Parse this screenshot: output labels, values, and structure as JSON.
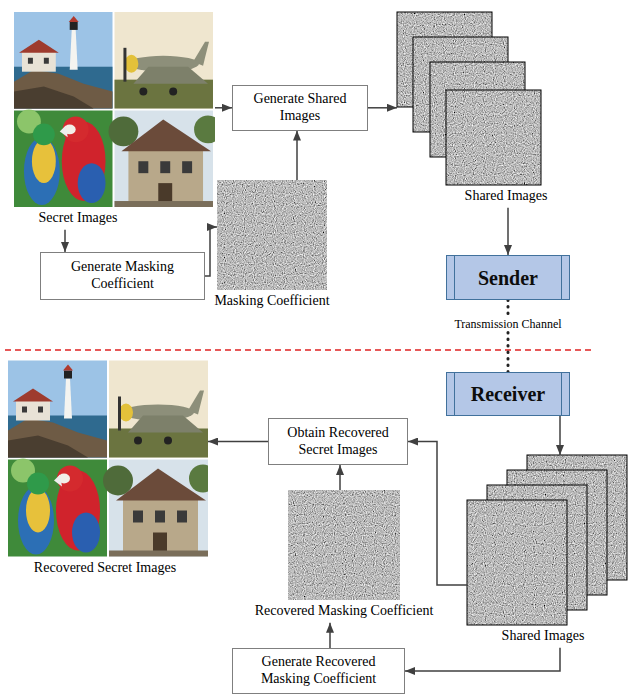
{
  "diagram": {
    "nodes": [
      {
        "text": [
          "Secret Images"
        ]
      },
      {
        "text": [
          "Generate Shared Images"
        ]
      },
      {
        "text": [
          "Shared Images"
        ]
      },
      {
        "text": [
          "Generate Masking Coefficient"
        ]
      },
      {
        "text": [
          "Masking Coefficient"
        ]
      },
      {
        "text": [
          "Sender"
        ]
      },
      {
        "text": [
          "Receiver"
        ]
      },
      {
        "text": [
          "Recovered Secret Images"
        ]
      },
      {
        "text": [
          "Obtain Recovered Secret Images"
        ]
      },
      {
        "text": [
          "Shared Images"
        ]
      },
      {
        "text": [
          "Recovered Masking Coefficient"
        ]
      },
      {
        "text": [
          "Generate Recovered Masking Coefficient"
        ]
      }
    ],
    "edges": [
      {
        "from": 0,
        "to": 1,
        "arrow": "to"
      },
      {
        "from": 0,
        "to": 3,
        "arrow": "to"
      },
      {
        "from": 1,
        "to": 2,
        "arrow": "to"
      },
      {
        "from": 3,
        "to": 4,
        "arrow": "to"
      },
      {
        "from": 4,
        "to": 1,
        "arrow": "to"
      },
      {
        "from": 2,
        "to": 5,
        "arrow": "to"
      },
      {
        "from": 5,
        "to": 6,
        "label": "Transmission Channel",
        "arrow": "none"
      },
      {
        "from": 6,
        "to": 9,
        "arrow": "to"
      },
      {
        "from": 9,
        "to": 8,
        "arrow": "to"
      },
      {
        "from": 9,
        "to": 11,
        "arrow": "to"
      },
      {
        "from": 11,
        "to": 10,
        "arrow": "to"
      },
      {
        "from": 10,
        "to": 8,
        "arrow": "to"
      },
      {
        "from": 8,
        "to": 7,
        "arrow": "to"
      }
    ]
  }
}
